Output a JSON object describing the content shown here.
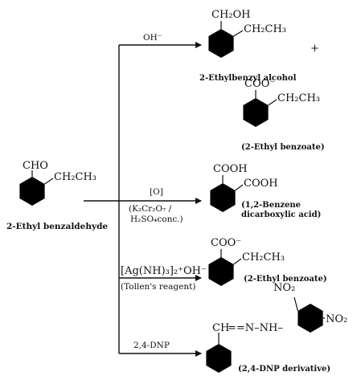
{
  "start": {
    "group1": "CHO",
    "group2": "CH₂CH₃",
    "name": "2-Ethyl benzaldehyde"
  },
  "reactions": [
    {
      "reagent": "OH⁻",
      "products": [
        {
          "group1": "CH₂OH",
          "group2": "CH₂CH₃",
          "name": "2-Ethylbenzyl alcohol"
        },
        {
          "group1": "COO⁻",
          "group2": "CH₂CH₃",
          "name": "(2-Ethyl benzoate)"
        }
      ],
      "plus": "+"
    },
    {
      "reagent": "[O]",
      "conditions_1": "(K₂Cr₂O₇ /",
      "conditions_2": "H₂SO₄conc.)",
      "product": {
        "group1": "COOH",
        "group2": "COOH",
        "name_1": "(1,2-Benzene",
        "name_2": "dicarboxylic acid)"
      }
    },
    {
      "reagent": "[Ag(NH)₃]₂⁺OH⁻",
      "reagent_name": "(Tollen's reagent)",
      "product": {
        "group1": "COO⁻",
        "group2": "CH₂CH₃",
        "name": "(2-Ethyl benzoate)"
      }
    },
    {
      "reagent": "2,4-DNP",
      "product": {
        "ch": "CH",
        "linkage": "==N–NH–",
        "no2_top": "NO₂",
        "no2_right": "NO₂",
        "name": "(2,4-DNP derivative)"
      }
    }
  ]
}
